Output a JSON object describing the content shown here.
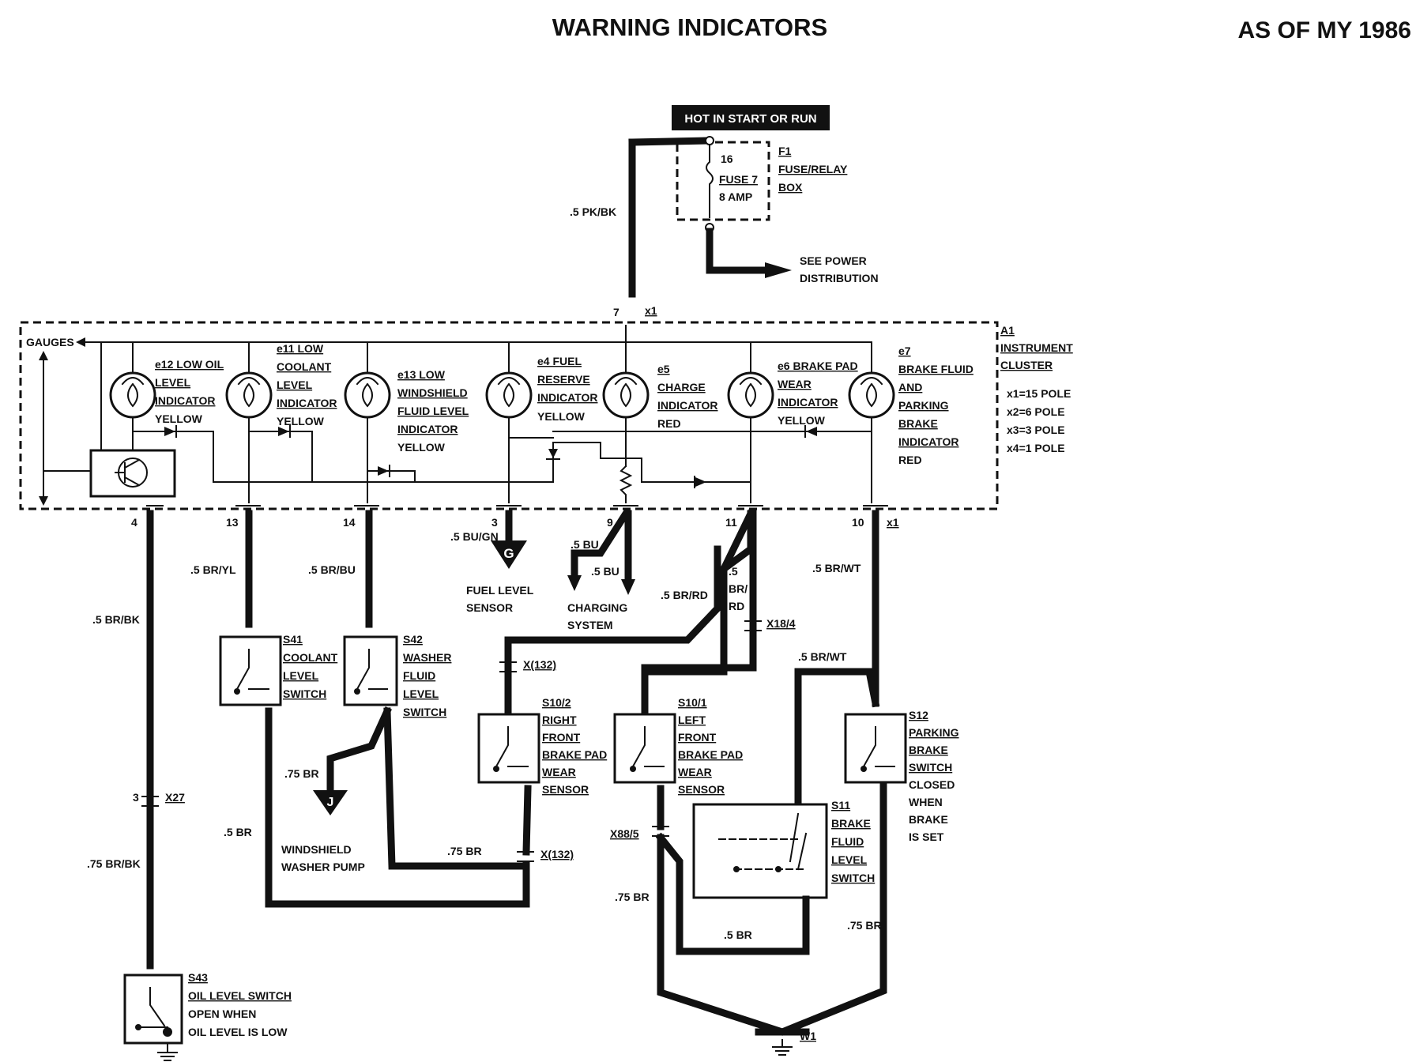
{
  "title": "WARNING INDICATORS",
  "model_year": "AS OF MY 1986",
  "power": {
    "hot_label": "HOT IN START OR RUN",
    "fuse_pin": "16",
    "fuse_name": "FUSE 7",
    "fuse_rating": "8 AMP",
    "box_lines": [
      "F1",
      "FUSE/RELAY",
      "BOX"
    ],
    "feed_wire": ".5 PK/BK",
    "see_power": [
      "SEE POWER",
      "DISTRIBUTION"
    ]
  },
  "cluster": {
    "title_lines": [
      "A1",
      "INSTRUMENT",
      "CLUSTER"
    ],
    "gauges": "GAUGES",
    "connectors": [
      "x1=15 POLE",
      "x2=6 POLE",
      "x3=3 POLE",
      "x4=1 POLE"
    ],
    "top_pin": "7",
    "top_conn": "x1",
    "bottom_conn": "x1"
  },
  "indicators": [
    {
      "lines": [
        "e12 LOW OIL",
        "LEVEL",
        "INDICATOR"
      ],
      "color": "YELLOW"
    },
    {
      "lines": [
        "e11 LOW",
        "COOLANT",
        "LEVEL",
        "INDICATOR"
      ],
      "color": "YELLOW"
    },
    {
      "lines": [
        "e13 LOW",
        "WINDSHIELD",
        "FLUID LEVEL",
        "INDICATOR"
      ],
      "color": "YELLOW"
    },
    {
      "lines": [
        "e4 FUEL",
        "RESERVE",
        "INDICATOR"
      ],
      "color": "YELLOW"
    },
    {
      "lines": [
        "e5",
        "CHARGE",
        "INDICATOR"
      ],
      "color": "RED"
    },
    {
      "lines": [
        "e6 BRAKE PAD",
        "WEAR",
        "INDICATOR"
      ],
      "color": "YELLOW"
    },
    {
      "lines": [
        "e7",
        "BRAKE FLUID",
        "AND",
        "PARKING",
        "BRAKE",
        "INDICATOR"
      ],
      "color": "RED"
    }
  ],
  "pins": [
    "4",
    "13",
    "14",
    "3",
    "9",
    "11",
    "10"
  ],
  "wires": {
    "w4": ".5 BR/BK",
    "w13": ".5 BR/YL",
    "w14": ".5 BR/BU",
    "w3": ".5 BU/GN",
    "w9a": ".5 BU",
    "w9b": ".5 BU",
    "w11a": ".5",
    "w11b": "BR/",
    "w11c": "RD",
    "w11d": ".5 BR/RD",
    "w10": ".5 BR/WT",
    "w10b": ".5 BR/WT",
    "x27_pin": "3",
    "x27": "X27",
    "oil_lower": ".75 BR/BK",
    "coolant_gnd": ".5 BR",
    "washer_j": ".75 BR",
    "washer_ret": ".75 BR",
    "x132a": "X(132)",
    "x132b": "X(132)",
    "x18": "X18/4",
    "x88": "X88/5",
    "left_gnd": ".75 BR",
    "s11_gnd": ".5 BR",
    "s12_gnd": ".75 BR",
    "w1": "W1"
  },
  "grounds": {
    "G": "G",
    "J": "J",
    "fuel": [
      "FUEL LEVEL",
      "SENSOR"
    ],
    "charging": [
      "CHARGING",
      "SYSTEM"
    ],
    "washer_pump": [
      "WINDSHIELD",
      "WASHER PUMP"
    ]
  },
  "switches": {
    "s41": [
      "S41",
      "COOLANT",
      "LEVEL",
      "SWITCH"
    ],
    "s42": [
      "S42",
      "WASHER",
      "FLUID",
      "LEVEL",
      "SWITCH"
    ],
    "s10_2": [
      "S10/2",
      "RIGHT",
      "FRONT",
      "BRAKE PAD",
      "WEAR",
      "SENSOR"
    ],
    "s10_1": [
      "S10/1",
      "LEFT",
      "FRONT",
      "BRAKE PAD",
      "WEAR",
      "SENSOR"
    ],
    "s12": [
      "S12",
      "PARKING",
      "BRAKE",
      "SWITCH",
      "CLOSED",
      "WHEN",
      "BRAKE",
      "IS SET"
    ],
    "s11": [
      "S11",
      "BRAKE",
      "FLUID",
      "LEVEL",
      "SWITCH"
    ],
    "s43": [
      "S43",
      "OIL LEVEL SWITCH",
      "OPEN WHEN",
      "OIL LEVEL IS LOW"
    ]
  }
}
